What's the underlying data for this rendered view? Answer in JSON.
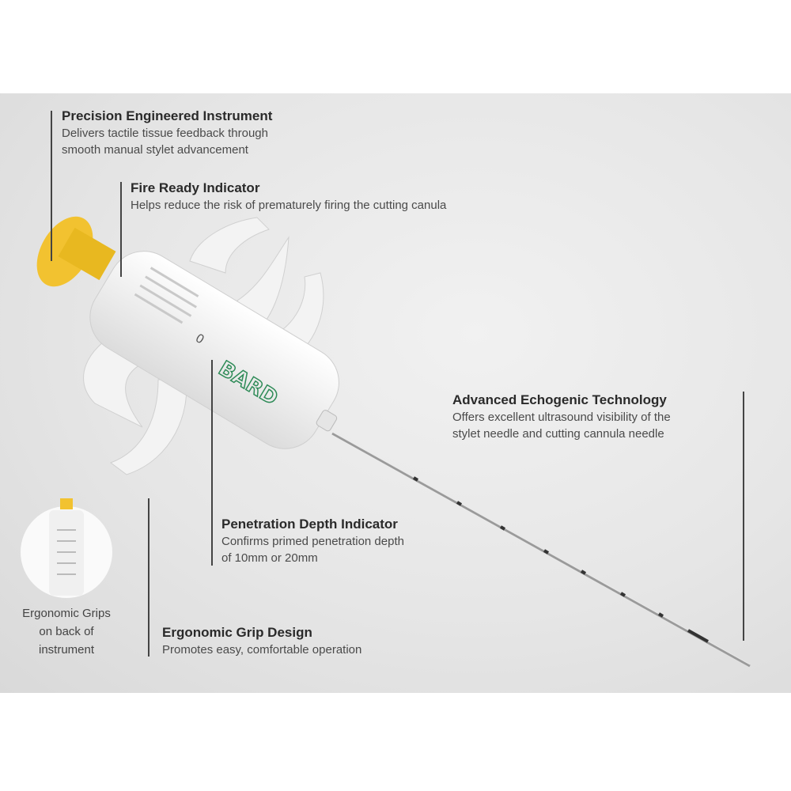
{
  "features": [
    {
      "title": "Precision Engineered Instrument",
      "desc": [
        "Delivers tactile tissue feedback through",
        "smooth manual stylet advancement"
      ]
    },
    {
      "title": "Fire Ready Indicator",
      "desc": [
        "Helps reduce the risk of prematurely firing the cutting canula"
      ]
    },
    {
      "title": "Advanced Echogenic Technology",
      "desc": [
        "Offers excellent ultrasound visibility of the",
        "stylet needle and cutting cannula needle"
      ]
    },
    {
      "title": "Penetration Depth Indicator",
      "desc": [
        "Confirms primed penetration depth",
        "of 10mm or 20mm"
      ]
    },
    {
      "title": "Ergonomic Grip Design",
      "desc": [
        "Promotes easy, comfortable operation"
      ]
    }
  ],
  "inset_caption": [
    "Ergonomic Grips",
    "on back of",
    "instrument"
  ],
  "device": {
    "brand": "BARD",
    "depth_marker": "0"
  },
  "colors": {
    "cap": "#f2c230",
    "brand": "#2e8b57",
    "body": "#f7f7f7"
  }
}
